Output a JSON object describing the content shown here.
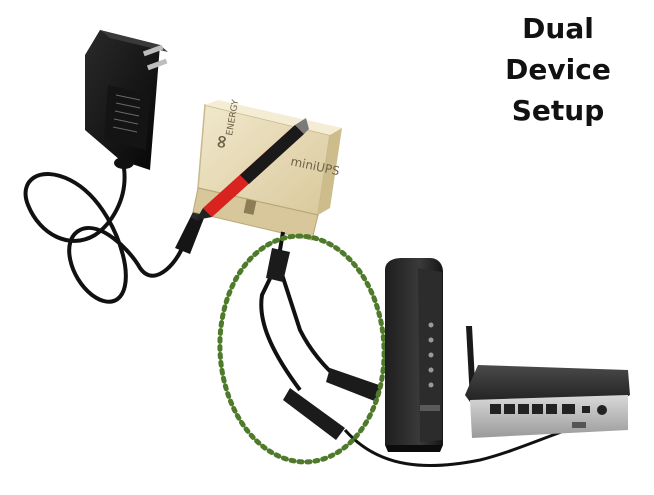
{
  "title": {
    "line1": "Dual",
    "line2": "Device",
    "line3": "Setup"
  },
  "ups": {
    "brand": "ENERGY",
    "model": "miniUPS",
    "logo": "∞"
  },
  "colors": {
    "background": "#ffffff",
    "highlight_ring": "#4e7a2a",
    "cable": "#111111",
    "ups_body": "#e6d9b4",
    "pen_red": "#d8231f"
  },
  "icons": [
    "power-adapter-icon",
    "mini-ups-icon",
    "pen-icon",
    "y-splitter-cable-icon",
    "modem-icon",
    "wifi-router-icon"
  ]
}
